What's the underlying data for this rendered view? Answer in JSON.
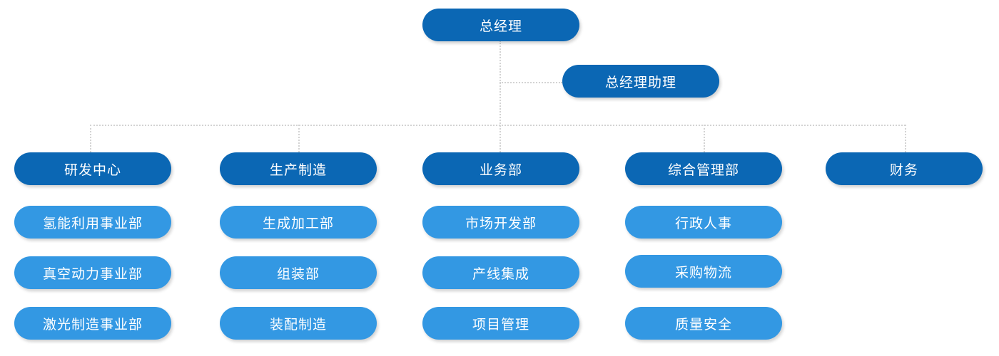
{
  "top": {
    "ceo": "总经理",
    "assistant": "总经理助理"
  },
  "departments": [
    {
      "label": "研发中心",
      "children": [
        "氢能利用事业部",
        "真空动力事业部",
        "激光制造事业部"
      ]
    },
    {
      "label": "生产制造",
      "children": [
        "生成加工部",
        "组装部",
        "装配制造"
      ]
    },
    {
      "label": "业务部",
      "children": [
        "市场开发部",
        "产线集成",
        "项目管理"
      ]
    },
    {
      "label": "综合管理部",
      "children": [
        "行政人事",
        "采购物流",
        "质量安全"
      ]
    },
    {
      "label": "财务",
      "children": []
    }
  ],
  "colors": {
    "primary": "#0b67b4",
    "secondary": "#3398e3",
    "connector": "#d3d3d3"
  }
}
